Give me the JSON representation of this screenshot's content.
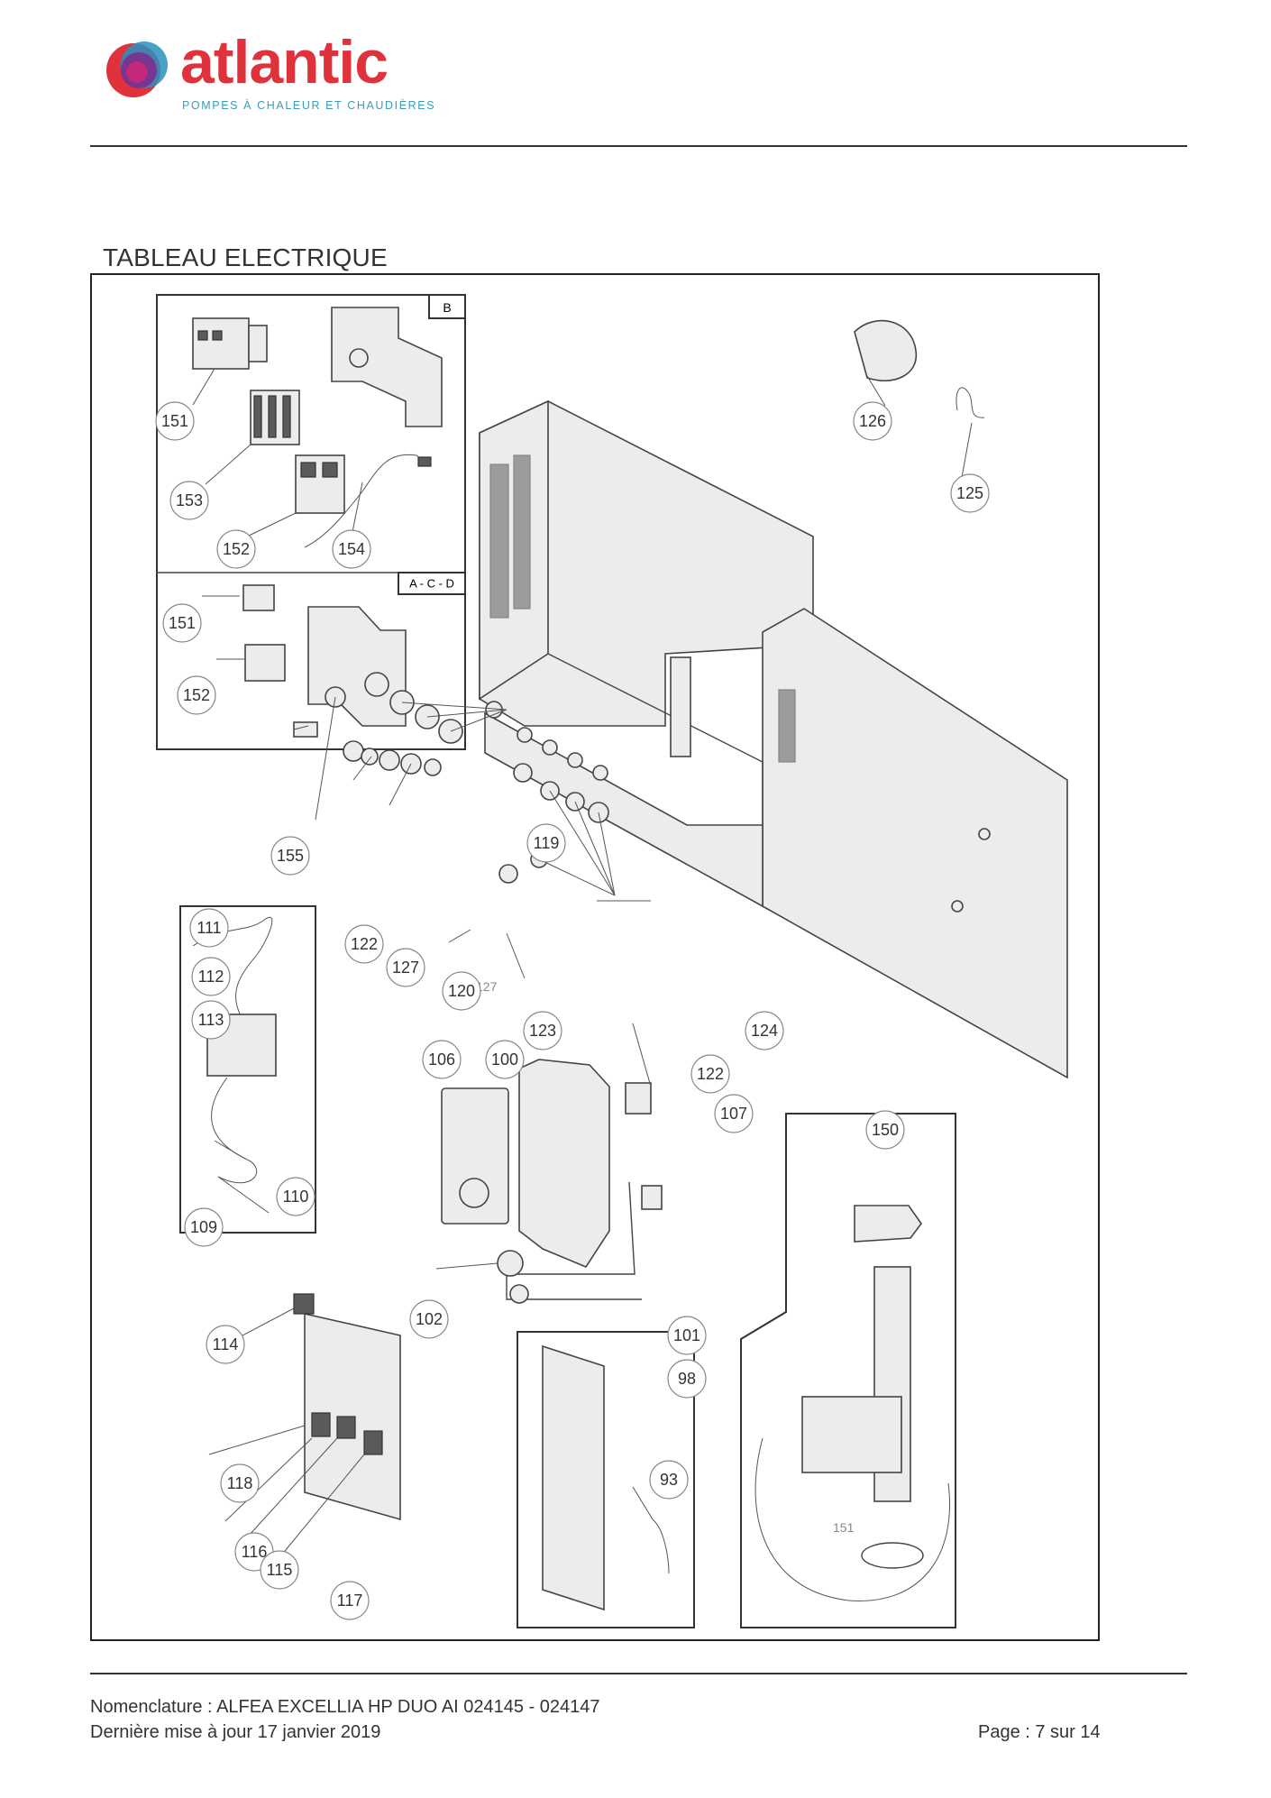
{
  "header": {
    "brand_name": "atlantic",
    "brand_tagline": "POMPES À CHALEUR ET CHAUDIÈRES"
  },
  "section_title": "TABLEAU ELECTRIQUE",
  "diagram": {
    "box_tags": {
      "variant_b": "B",
      "variant_acd": "A - C - D"
    },
    "callouts": [
      "151",
      "153",
      "152",
      "154",
      "151",
      "152",
      "126",
      "125",
      "155",
      "119",
      "111",
      "112",
      "113",
      "110",
      "109",
      "122",
      "127",
      "120",
      "123",
      "124",
      "122",
      "106",
      "100",
      "107",
      "150",
      "102",
      "101",
      "98",
      "114",
      "118",
      "116",
      "115",
      "117",
      "93"
    ],
    "grey_labels": [
      "127",
      "151"
    ]
  },
  "footer": {
    "nomenclature": "Nomenclature : ALFEA EXCELLIA HP DUO AI 024145 - 024147",
    "updated": "Dernière mise à jour 17 janvier 2019",
    "page": "Page : 7 sur 14"
  },
  "colors": {
    "brand_red": "#e0323c",
    "brand_teal": "#3f9ab7",
    "brand_purple": "#7b2d8e"
  }
}
